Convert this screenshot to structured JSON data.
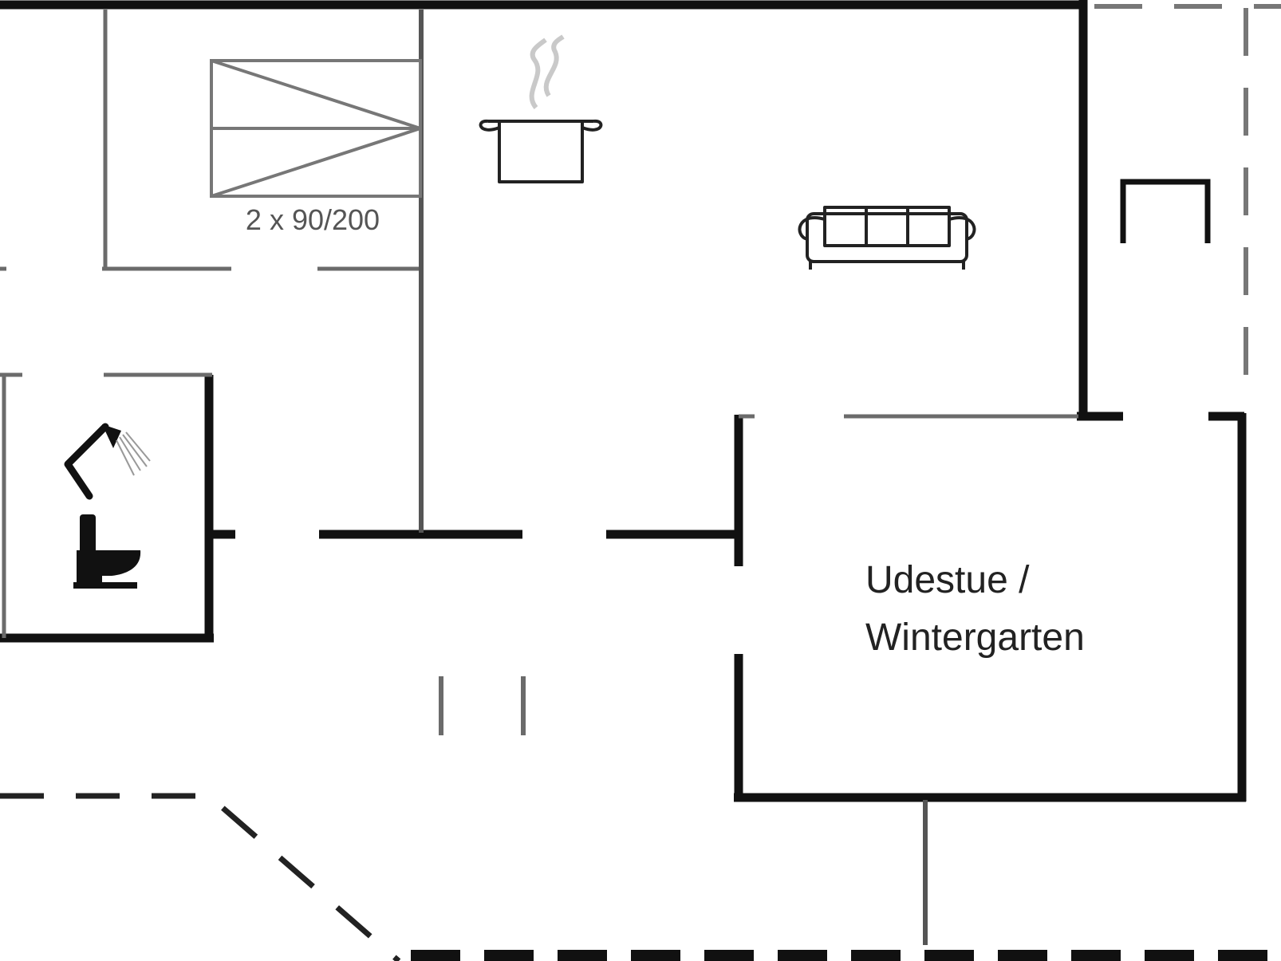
{
  "labels": {
    "bed_size": "2 x 90/200",
    "room_line1": "Udestue /",
    "room_line2": "Wintergarten"
  },
  "icons": [
    "bed-icon",
    "cooking-pot-icon",
    "sofa-icon",
    "shower-icon",
    "toilet-icon"
  ],
  "colors": {
    "background": "#ffffff",
    "wall": "#111111",
    "interior_wall": "#6b6b6b"
  }
}
